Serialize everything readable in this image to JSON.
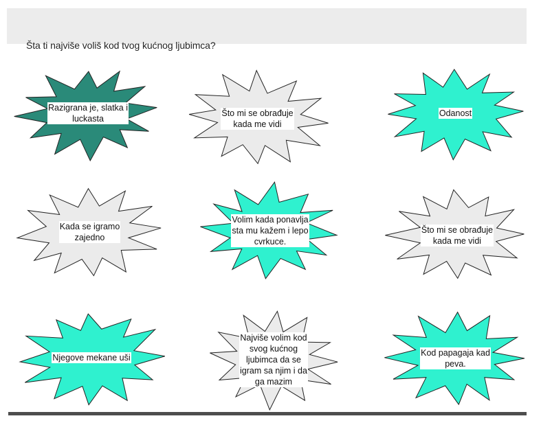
{
  "question": "Šta ti najviše voliš kod tvog kućnog ljubimca?",
  "colors": {
    "dark": "#2a8a79",
    "teal": "#2ff1cf",
    "gray": "#ebebeb",
    "outline": "#222222"
  },
  "bursts": [
    {
      "text": "Razigrana je, slatka i\nluckasta",
      "fill": "dark"
    },
    {
      "text": "Što mi se obrađuje\nkada me vidi",
      "fill": "gray"
    },
    {
      "text": "Odanost",
      "fill": "teal"
    },
    {
      "text": "Kada se igramo\nzajedno",
      "fill": "gray"
    },
    {
      "text": "Volim kada ponavlja\nsta mu kažem i lepo\ncvrkuce.",
      "fill": "teal"
    },
    {
      "text": "Što mi se obrađuje\nkada me vidi",
      "fill": "gray"
    },
    {
      "text": "Njegove mekane uši",
      "fill": "teal"
    },
    {
      "text": "Najviše volim kod\nsvog kućnog\nljubimca da se\nigram sa njim i da\nga mazim",
      "fill": "gray"
    },
    {
      "text": "Kod papagaja kad\npeva.",
      "fill": "teal"
    }
  ]
}
